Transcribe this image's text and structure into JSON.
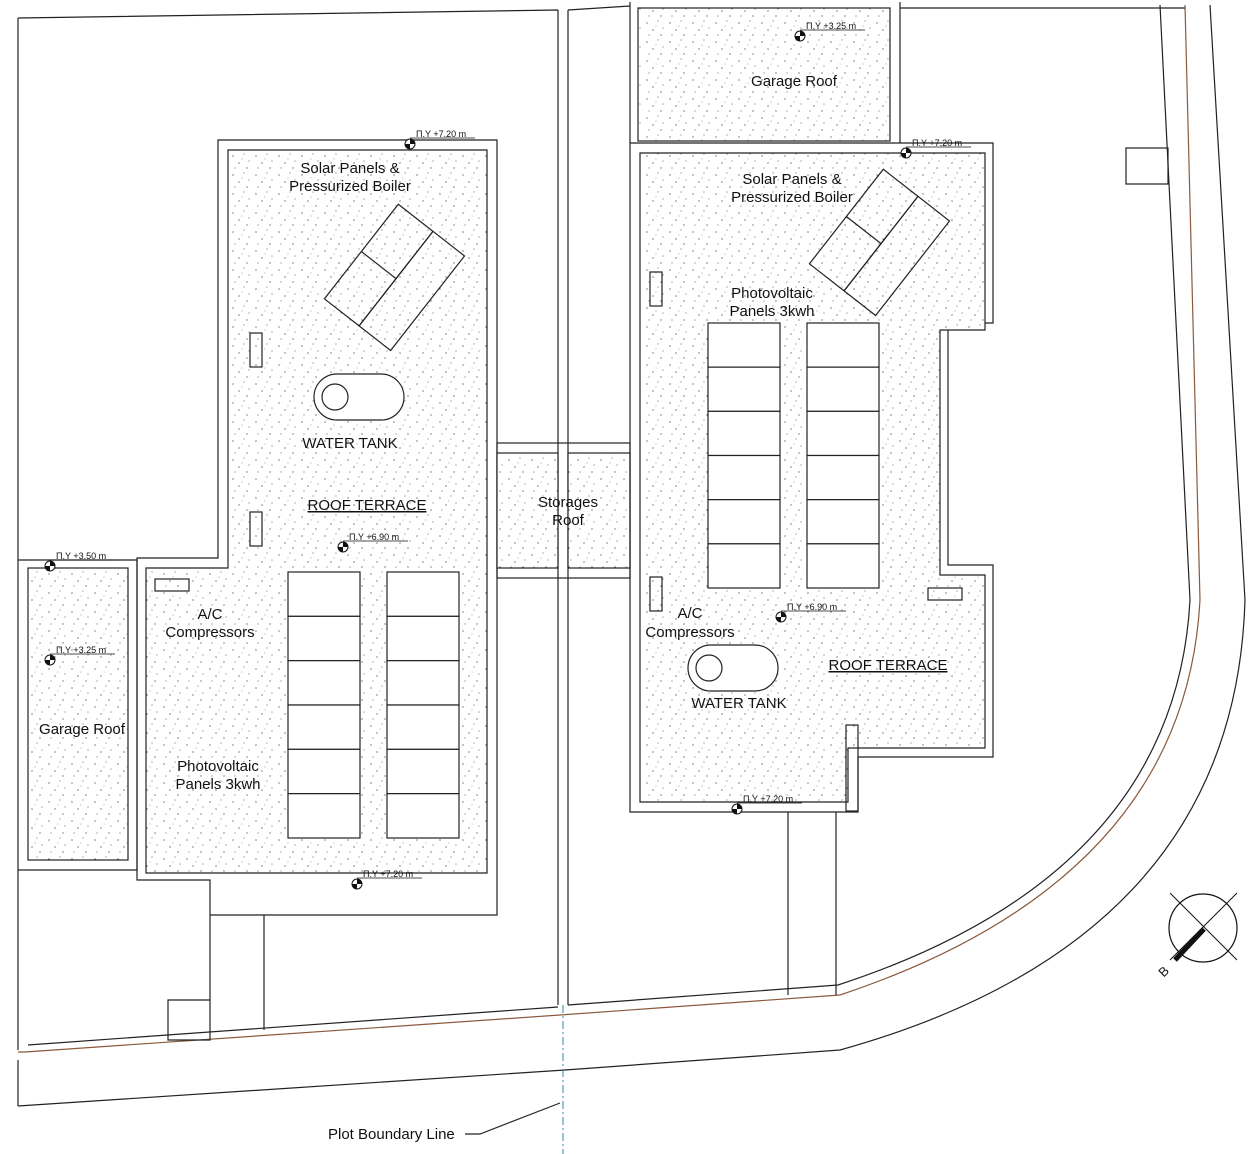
{
  "labels": {
    "left_solar": [
      "Solar Panels &",
      "Pressurized Boiler"
    ],
    "left_water_tank": "WATER TANK",
    "left_roof_terrace": "ROOF TERRACE",
    "left_ac": [
      "A/C",
      "Compressors"
    ],
    "left_garage": "Garage Roof",
    "left_pv": [
      "Photovoltaic",
      "Panels 3kwh"
    ],
    "storages": [
      "Storages",
      "Roof"
    ],
    "right_garage": "Garage Roof",
    "right_solar": [
      "Solar Panels &",
      "Pressurized Boiler"
    ],
    "right_pv": [
      "Photovoltaic",
      "Panels 3kwh"
    ],
    "right_ac": [
      "A/C",
      "Compressors"
    ],
    "right_water_tank": "WATER TANK",
    "right_roof_terrace": "ROOF TERRACE",
    "plot_boundary": "Plot Boundary Line",
    "north": "B"
  },
  "elevations": {
    "left_top": "Π.Υ +7.20 m",
    "left_terrace": "Π.Υ +6.90 m",
    "left_bottom": "Π.Υ +7.20 m",
    "left_garage_top": "Π.Υ +3.50 m",
    "left_garage": "Π.Υ +3.25 m",
    "right_garage": "Π.Υ +3.25 m",
    "right_top": "Π.Υ +7.20 m",
    "right_terrace": "Π.Υ +6.90 m",
    "right_bottom": "Π.Υ +7.20 m"
  }
}
